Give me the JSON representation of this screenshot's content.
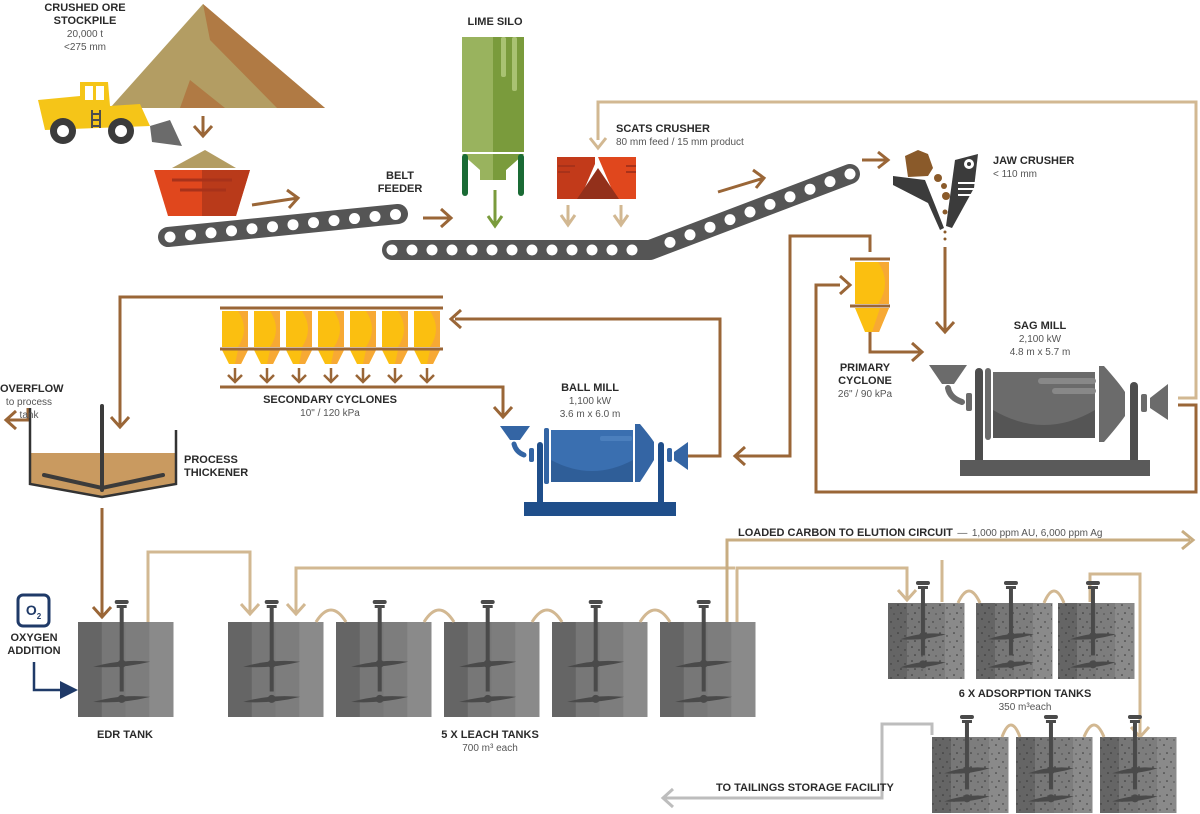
{
  "title": "Ore processing flowsheet",
  "colors": {
    "flow_brown": "#9a6637",
    "flow_tan": "#d2b892",
    "flow_grey": "#bdbdbd",
    "oxygen_navy": "#1f3a68",
    "cyclone_yellow": "#fbbf10",
    "silo_green": "#7a9b3c",
    "crusher_red": "#d9401c",
    "ball_mill_blue": "#3465a4",
    "sag_mill_grey": "#6b6b6b",
    "tank_grey": "#777777"
  },
  "units": {
    "stockpile": {
      "title_line1": "CRUSHED ORE",
      "title_line2": "STOCKPILE",
      "detail1": "20,000 t",
      "detail2": "<275 mm",
      "icon": "ore-pile-icon"
    },
    "loader": {
      "icon": "wheel-loader-icon"
    },
    "hopper": {
      "icon": "feed-hopper-icon"
    },
    "belt_feeder": {
      "title_line1": "BELT",
      "title_line2": "FEEDER",
      "icon": "conveyor-belt-icon"
    },
    "lime_silo": {
      "title": "LIME SILO",
      "icon": "silo-icon"
    },
    "scats_crusher": {
      "title": "SCATS CRUSHER",
      "detail": "80 mm feed / 15 mm product",
      "icon": "cone-crusher-icon"
    },
    "jaw_crusher": {
      "title": "JAW CRUSHER",
      "detail": "< 110 mm",
      "icon": "jaw-crusher-icon"
    },
    "primary_cyclone": {
      "title_line1": "PRIMARY",
      "title_line2": "CYCLONE",
      "detail": "26\" / 90 kPa",
      "icon": "cyclone-icon"
    },
    "sag_mill": {
      "title": "SAG MILL",
      "detail1": "2,100 kW",
      "detail2": "4.8 m x 5.7 m",
      "icon": "mill-icon"
    },
    "secondary_cyclones": {
      "title": "SECONDARY CYCLONES",
      "detail": "10\" / 120 kPa",
      "count": 7,
      "icon": "cyclone-icon"
    },
    "ball_mill": {
      "title": "BALL MILL",
      "detail1": "1,100 kW",
      "detail2": "3.6 m x 6.0 m",
      "icon": "mill-icon"
    },
    "thickener": {
      "title_line1": "PROCESS",
      "title_line2": "THICKENER",
      "icon": "thickener-icon"
    },
    "overflow": {
      "title": "OVERFLOW",
      "detail_line1": "to process",
      "detail_line2": "tank"
    },
    "oxygen": {
      "symbol": "O",
      "subscript": "2",
      "label_line1": "OXYGEN",
      "label_line2": "ADDITION",
      "icon": "oxygen-icon"
    },
    "edr_tank": {
      "title": "EDR TANK",
      "icon": "agitated-tank-icon"
    },
    "leach_tanks": {
      "title": "5 X  LEACH TANKS",
      "detail": "700 m³ each",
      "count": 5,
      "icon": "agitated-tank-icon"
    },
    "adsorption_tanks": {
      "title": "6 X ADSORPTION TANKS",
      "detail": "350 m³each",
      "count": 6,
      "icon": "carbon-tank-icon"
    }
  },
  "flows": {
    "loaded_carbon": {
      "label": "LOADED CARBON TO ELUTION CIRCUIT",
      "separator": "—",
      "detail": "1,000 ppm AU, 6,000 ppm Ag"
    },
    "tailings": {
      "label": "TO TAILINGS STORAGE FACILITY"
    }
  }
}
